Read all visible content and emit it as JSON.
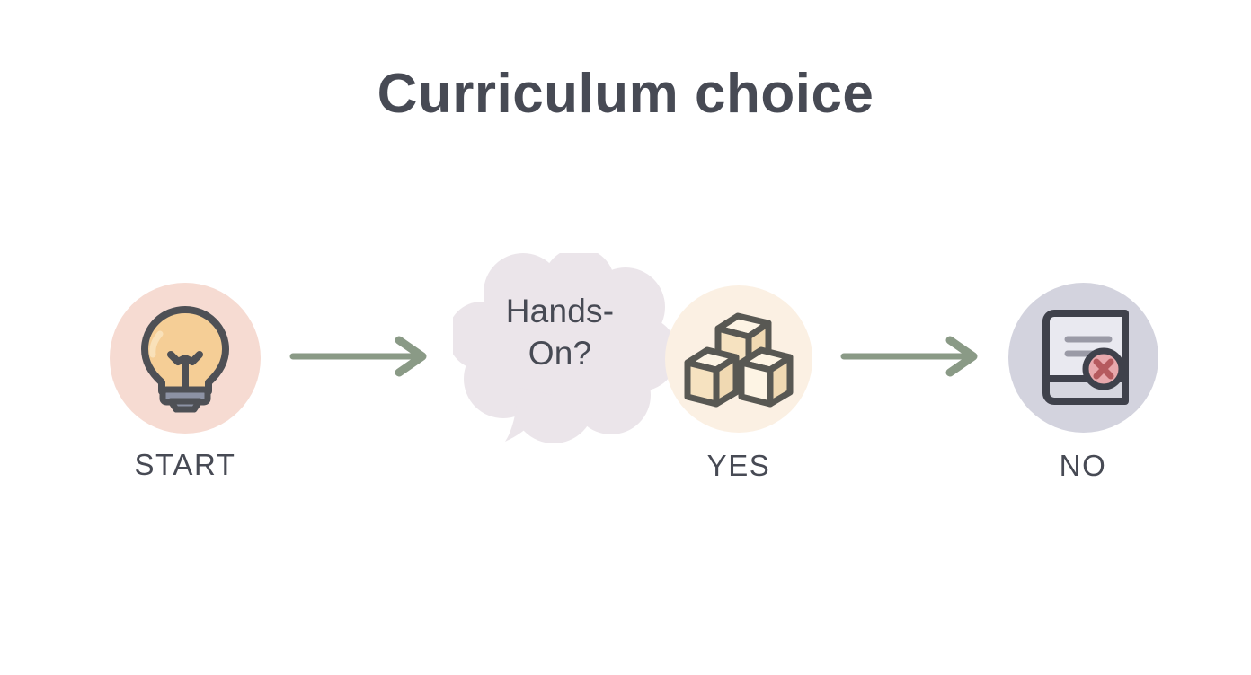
{
  "page": {
    "title": "Curriculum choice",
    "background_color": "#ffffff",
    "title_color": "#474a54"
  },
  "flow": {
    "nodes": [
      {
        "id": "start",
        "label": "START",
        "icon": "lightbulb-icon",
        "circle_color": "#f6dbd2",
        "icon_colors": {
          "bulb": "#f5ce96",
          "outline": "#4e5055",
          "base": "#8c92a4"
        }
      },
      {
        "id": "decision",
        "label": "Hands-On?",
        "label_line_1": "Hands-",
        "label_line_2": "On?",
        "icon": "speech-bubble-icon",
        "bubble_color": "#ebe5ea",
        "text_color": "#474a54"
      },
      {
        "id": "yes",
        "label": "YES",
        "icon": "building-blocks-icon",
        "circle_color": "#fbf0e3",
        "icon_colors": {
          "block": "#f6e2c0",
          "block_light": "#fdf4e4",
          "outline": "#585853"
        }
      },
      {
        "id": "no",
        "label": "NO",
        "icon": "book-with-x-icon",
        "circle_color": "#d3d3de",
        "icon_colors": {
          "cover": "#e9e9f0",
          "outline": "#3f414b",
          "lines": "#9a9aa6",
          "badge": "#e8a8ac",
          "badge_mark": "#b55a5e"
        }
      }
    ],
    "arrows": [
      {
        "id": "arrow-1",
        "from": "start",
        "to": "decision",
        "color": "#8a9a86"
      },
      {
        "id": "arrow-2",
        "from": "yes",
        "to": "no",
        "color": "#8a9a86"
      }
    ]
  }
}
